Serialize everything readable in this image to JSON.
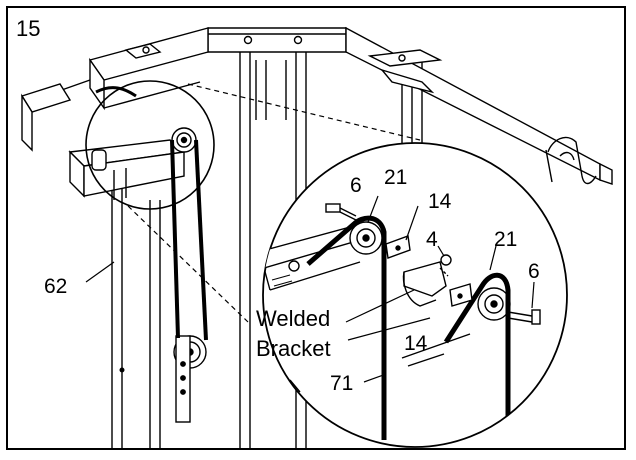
{
  "step": "15",
  "labels": {
    "part_6_a": "6",
    "part_21_a": "21",
    "part_14_a": "14",
    "part_4": "4",
    "part_21_b": "21",
    "part_6_b": "6",
    "welded_line1": "Welded",
    "welded_line2": "Bracket",
    "part_14_b": "14",
    "part_71": "71",
    "part_62": "62"
  }
}
